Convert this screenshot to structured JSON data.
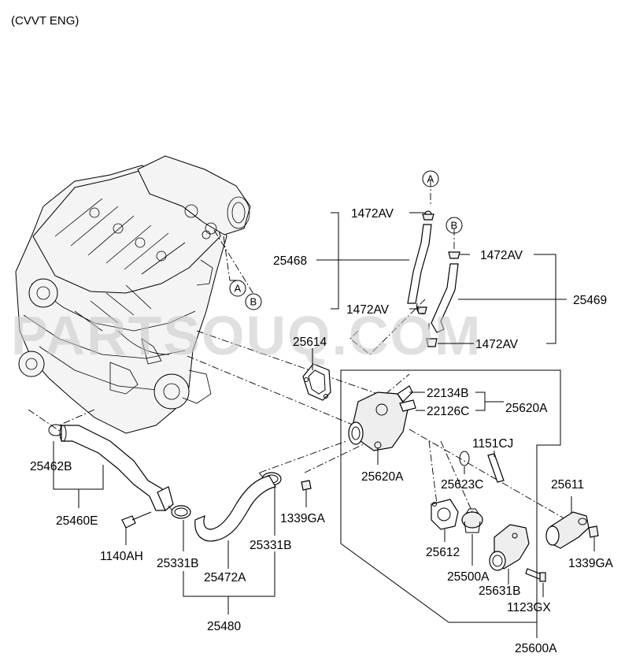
{
  "header": {
    "title": "(CVVT ENG)"
  },
  "watermark": {
    "text": "PARTSOUQ.COM",
    "color": "#c8c8c8"
  },
  "reference_markers": {
    "a": "A",
    "b": "B"
  },
  "labels": {
    "l_1472AV_1": "1472AV",
    "l_1472AV_2": "1472AV",
    "l_1472AV_3": "1472AV",
    "l_1472AV_4": "1472AV",
    "l_25468": "25468",
    "l_25469": "25469",
    "l_25614": "25614",
    "l_22134B": "22134B",
    "l_22126C": "22126C",
    "l_25620A_1": "25620A",
    "l_25620A_2": "25620A",
    "l_1151CJ": "1151CJ",
    "l_25623C": "25623C",
    "l_25611": "25611",
    "l_25612": "25612",
    "l_1339GA_1": "1339GA",
    "l_1339GA_2": "1339GA",
    "l_25500A": "25500A",
    "l_25631B": "25631B",
    "l_1123GX": "1123GX",
    "l_25600A": "25600A",
    "l_25462B": "25462B",
    "l_25460E": "25460E",
    "l_1140AH": "1140AH",
    "l_25331B_1": "25331B",
    "l_25331B_2": "25331B",
    "l_25472A": "25472A",
    "l_25480": "25480"
  }
}
